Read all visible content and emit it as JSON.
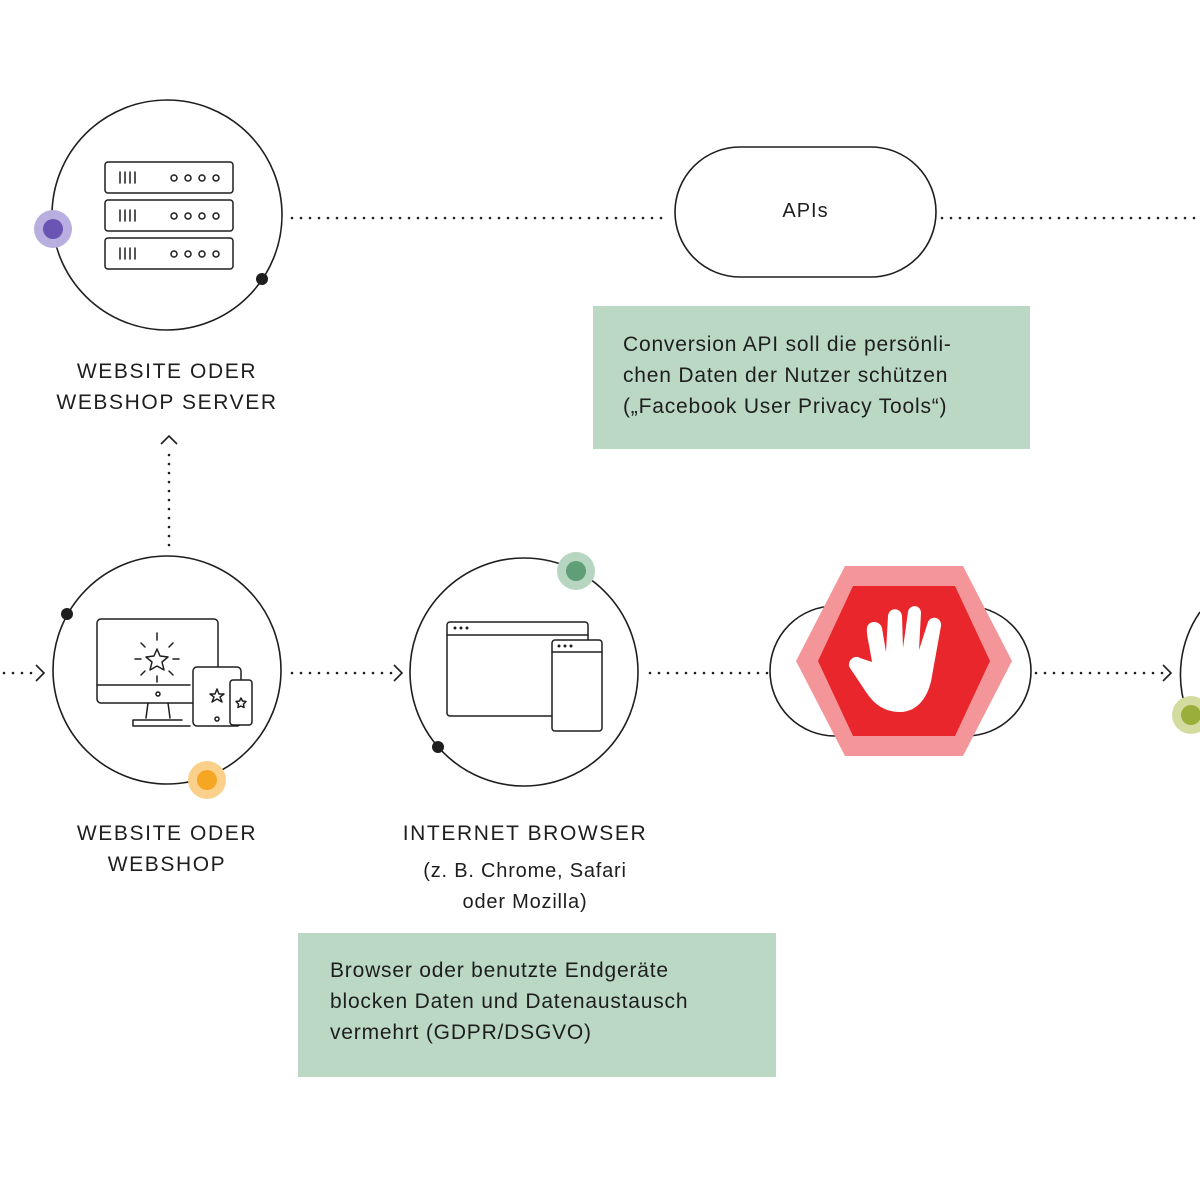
{
  "nodes": {
    "server": {
      "label": "WEBSITE ODER\nWEBSHOP SERVER",
      "icon": "server-rack-icon"
    },
    "webshop": {
      "label": "WEBSITE ODER\nWEBSHOP",
      "icon": "devices-icon"
    },
    "browser": {
      "label": "INTERNET BROWSER",
      "sublabel": "(z. B. Chrome, Safari\noder Mozilla)",
      "icon": "browser-windows-icon"
    },
    "apis": {
      "label": "APIs"
    },
    "blocker": {
      "icon": "stop-hand-icon"
    }
  },
  "notes": {
    "conversion_api": "Conversion API soll die persönli-\nchen Daten der Nutzer schützen\n(„Facebook User Privacy Tools“)",
    "browser_block": "Browser oder benutzte Endgeräte\nblocken Daten und Datenaustausch\nvermehrt (GDPR/DSGVO)"
  },
  "colors": {
    "accent_purple": "#6a55b5",
    "accent_orange": "#f5a623",
    "accent_green": "#5f9e76",
    "accent_olive": "#9aae3c",
    "note_bg": "#bad8c3",
    "stop_red": "#e8262b",
    "stop_halo": "#f4959a"
  }
}
